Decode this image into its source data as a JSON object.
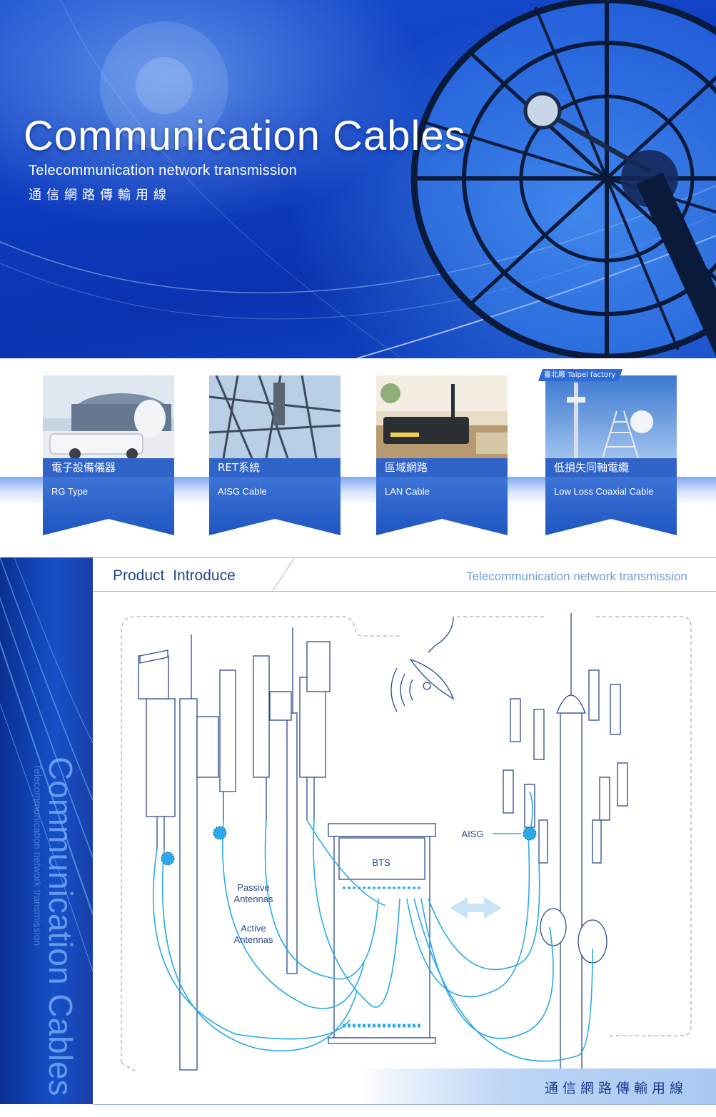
{
  "hero": {
    "title": "Communication Cables",
    "subtitle": "Telecommunication network transmission",
    "subtitle_zh": "通信網路傳輸用線"
  },
  "products": [
    {
      "label_zh": "電子設備儀器",
      "label_en": "RG Type"
    },
    {
      "label_zh": "RET系統",
      "label_en": "AISG Cable"
    },
    {
      "label_zh": "區域網路",
      "label_en": "LAN Cable"
    },
    {
      "label_zh": "低損失同軸電纜",
      "label_en": "Low Loss Coaxial Cable"
    }
  ],
  "factory_tag": "臺北廠 Taipei factory",
  "intro": {
    "title": "Product  Introduce",
    "subtitle": "Telecommunication network transmission",
    "side_title": "Communication Cables",
    "side_subtitle": "Telecommunication network transmission",
    "footer_zh": "通信網路傳輸用線"
  },
  "diagram": {
    "passive_antennas": [
      "Passive",
      "Antennas"
    ],
    "active_antennas": [
      "Active",
      "Antennas"
    ],
    "bts": "BTS",
    "aisg": "AISG"
  },
  "colors": {
    "brand_blue": "#1f55c1",
    "cable_cyan": "#29a9e8",
    "line_art": "#2b4a8c"
  }
}
